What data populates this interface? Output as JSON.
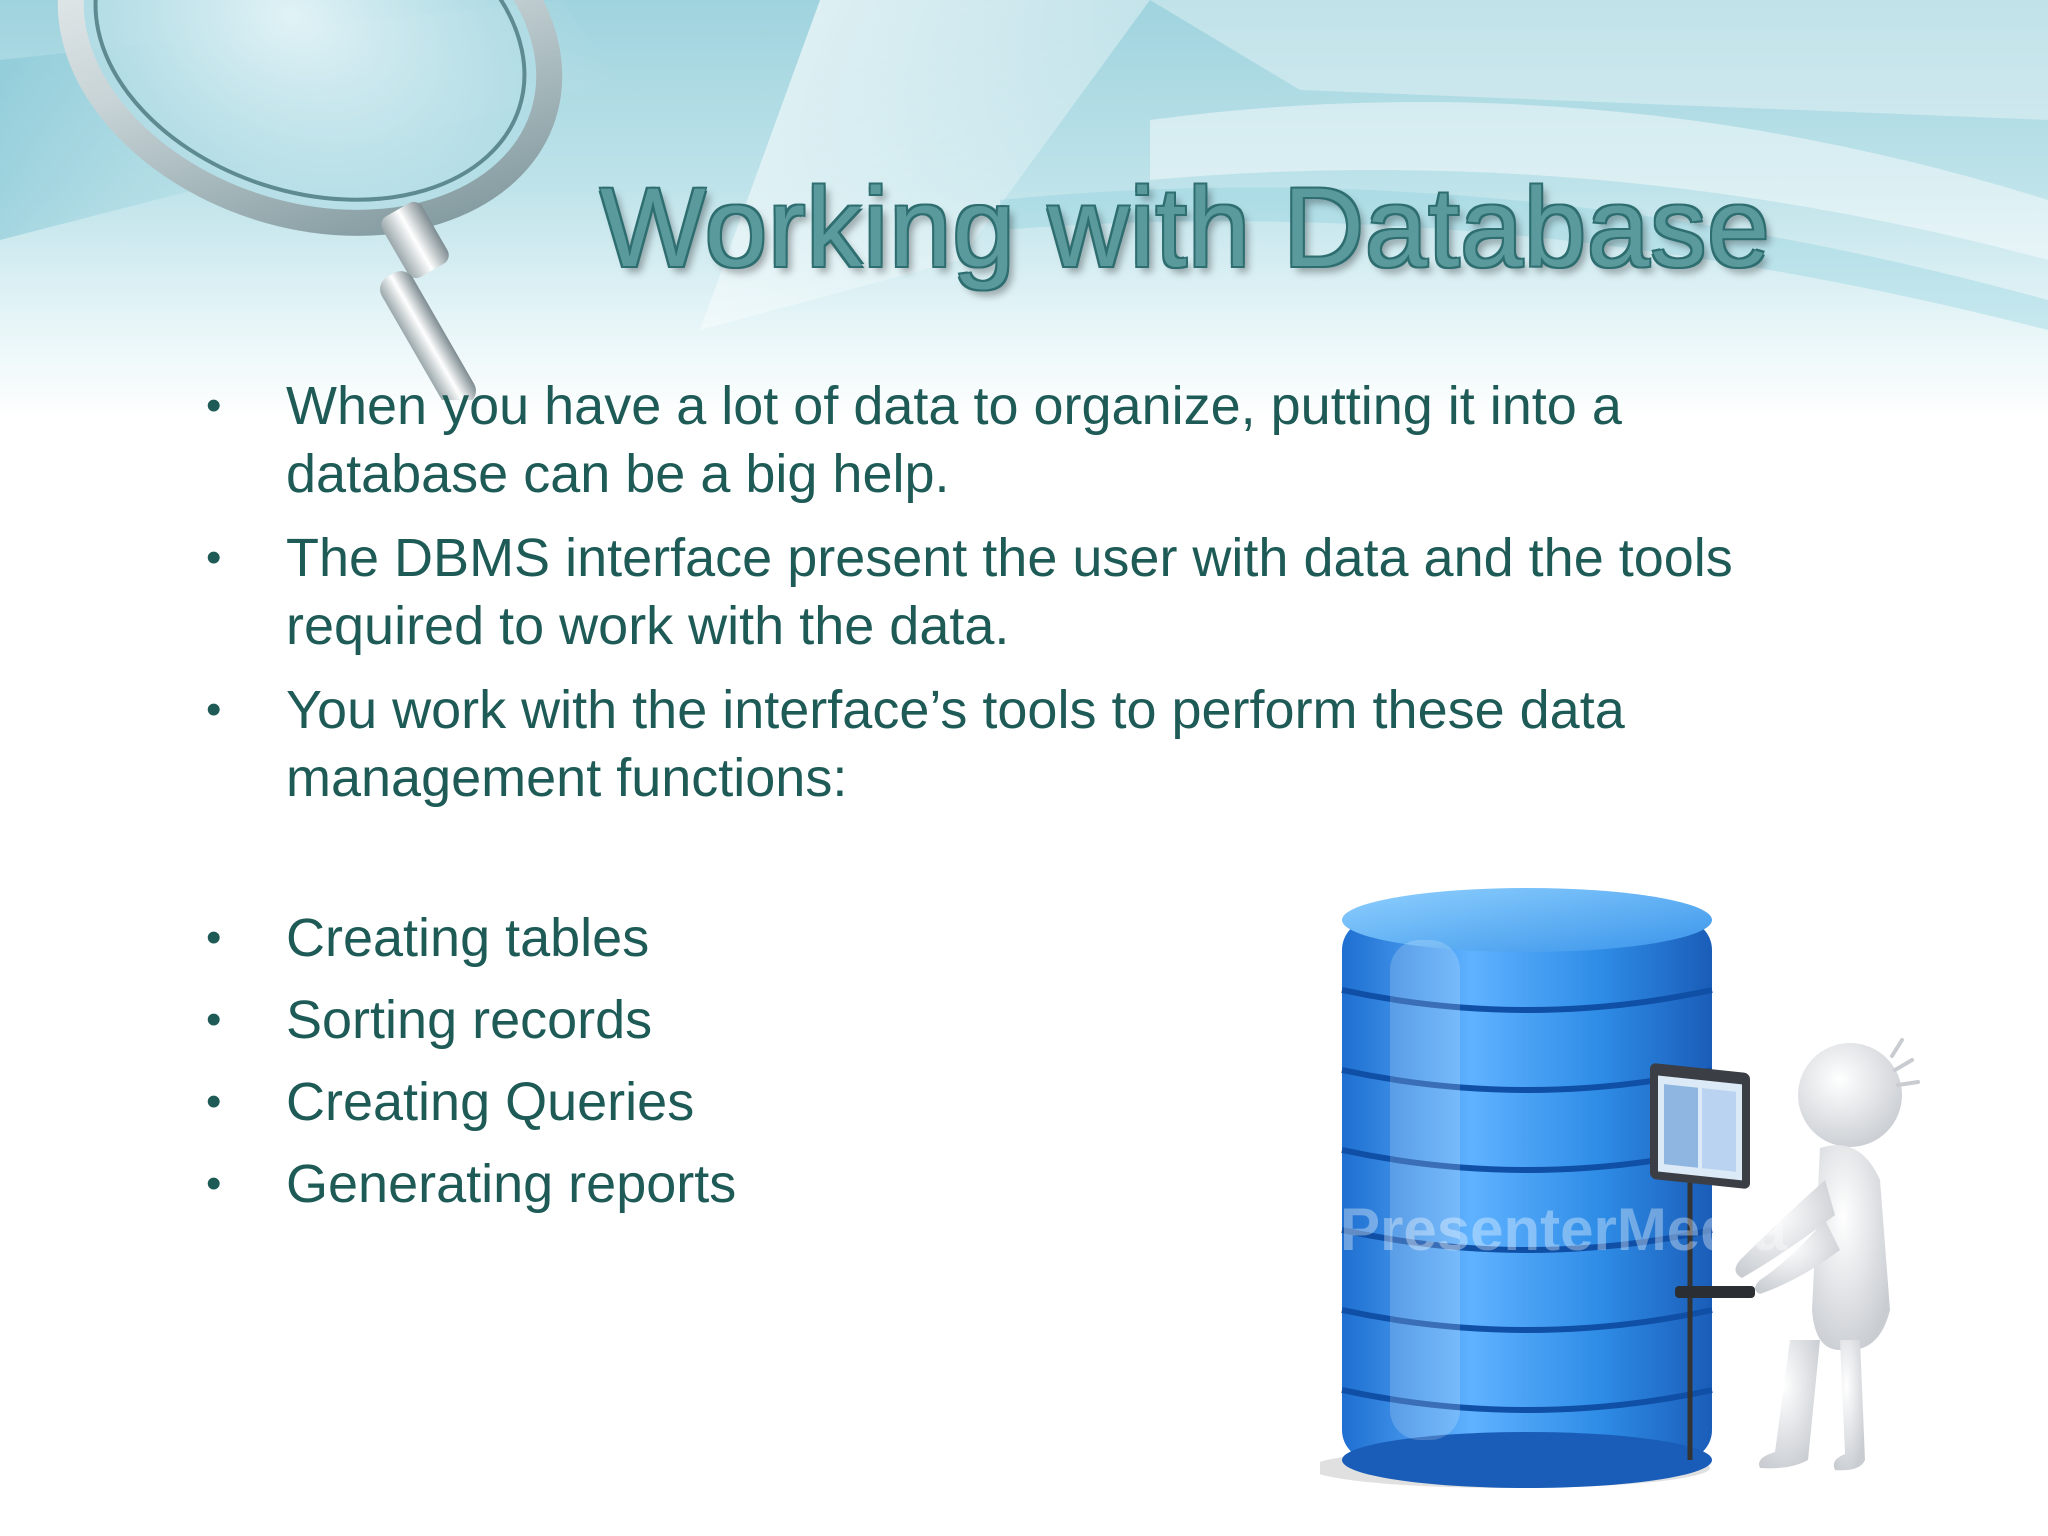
{
  "slide": {
    "title": "Working with Database",
    "bullets": [
      "When you have a lot of data to organize, putting it into a database can be a big help.",
      "The DBMS interface present the user with data and the tools required to work with the data.",
      "You work with the interface’s tools to perform these data management functions:"
    ],
    "functions": [
      "Creating tables",
      "Sorting records",
      "Creating Queries",
      "Generating reports"
    ],
    "bullet_glyph": "•"
  },
  "illustration": {
    "watermark": "PresenterMedia",
    "subject": "database-server-with-figure-at-computer"
  },
  "colors": {
    "title": "#5b9a9c",
    "title_outline": "#2e6e70",
    "body_text": "#1e5b57",
    "header_bg": "#9fd3de",
    "database_blue": "#2e8ce6"
  }
}
